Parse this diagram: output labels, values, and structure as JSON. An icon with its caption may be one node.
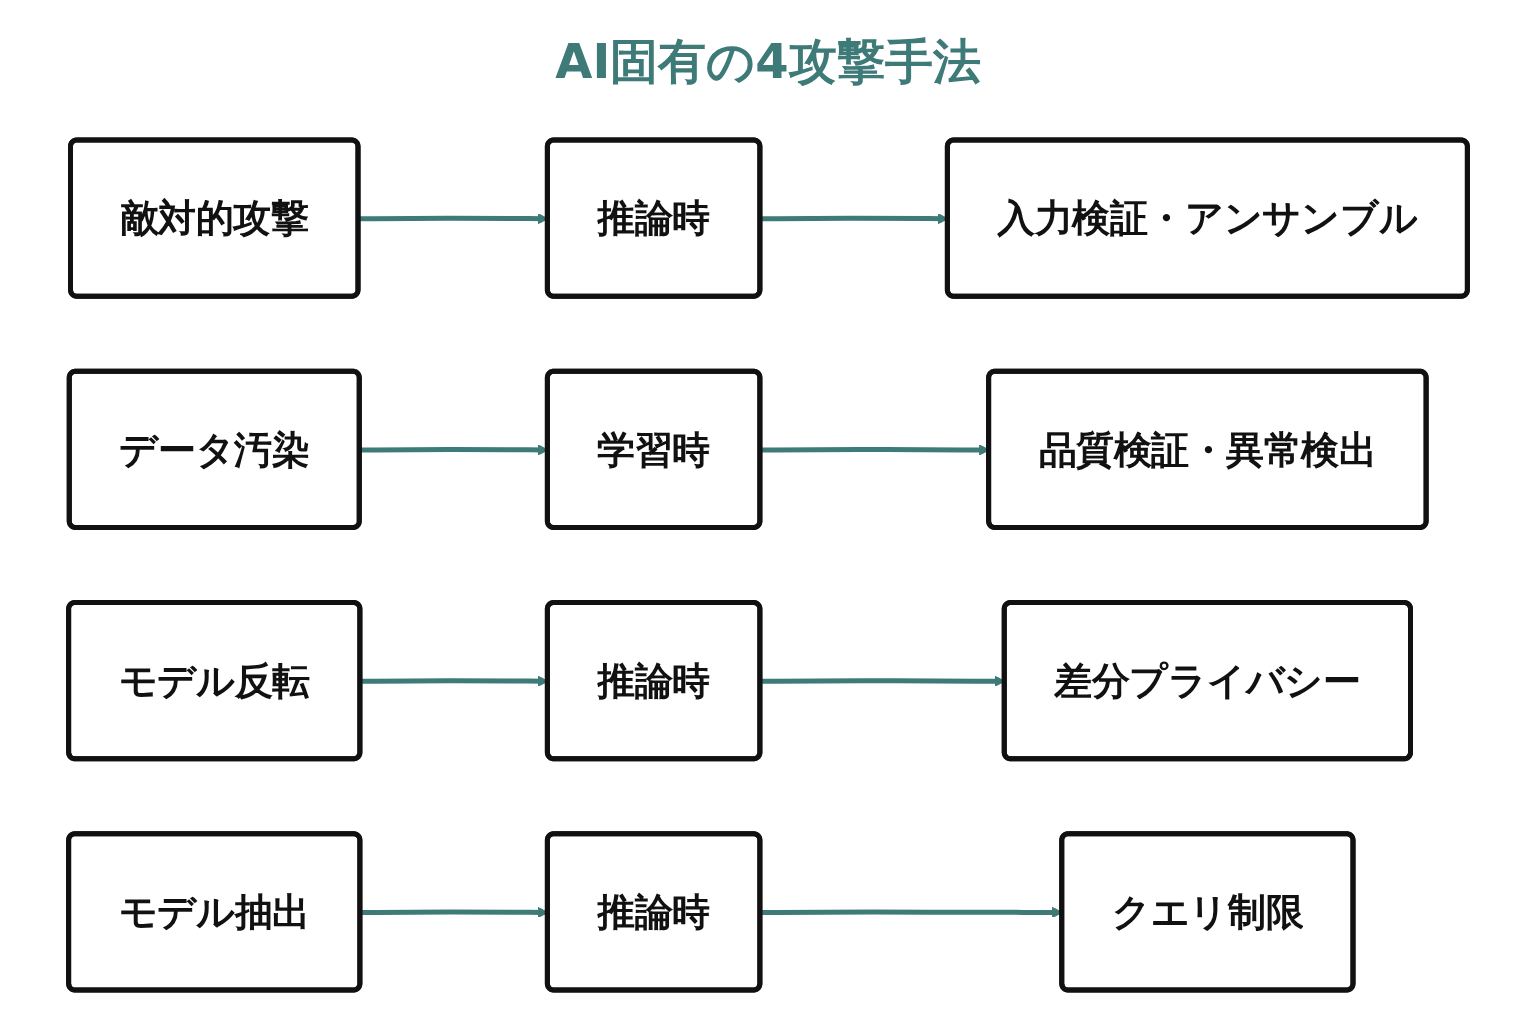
{
  "diagram": {
    "title": "AI固有の4攻撃手法",
    "nodes": [
      {
        "text": [
          "敵対的攻撃"
        ]
      },
      {
        "text": [
          "推論時"
        ]
      },
      {
        "text": [
          "入力検証・アンサンブル"
        ]
      },
      {
        "text": [
          "データ汚染"
        ]
      },
      {
        "text": [
          "学習時"
        ]
      },
      {
        "text": [
          "品質検証・異常検出"
        ]
      },
      {
        "text": [
          "モデル反転"
        ]
      },
      {
        "text": [
          "推論時"
        ]
      },
      {
        "text": [
          "差分プライバシー"
        ]
      },
      {
        "text": [
          "モデル抽出"
        ]
      },
      {
        "text": [
          "推論時"
        ]
      },
      {
        "text": [
          "クエリ制限"
        ]
      }
    ],
    "edges": [
      {
        "from": 0,
        "to": 1,
        "arrow": "to"
      },
      {
        "from": 1,
        "to": 2,
        "arrow": "to"
      },
      {
        "from": 3,
        "to": 4,
        "arrow": "to"
      },
      {
        "from": 4,
        "to": 5,
        "arrow": "to"
      },
      {
        "from": 6,
        "to": 7,
        "arrow": "to"
      },
      {
        "from": 7,
        "to": 8,
        "arrow": "to"
      },
      {
        "from": 9,
        "to": 10,
        "arrow": "to"
      },
      {
        "from": 10,
        "to": 11,
        "arrow": "to"
      }
    ]
  }
}
